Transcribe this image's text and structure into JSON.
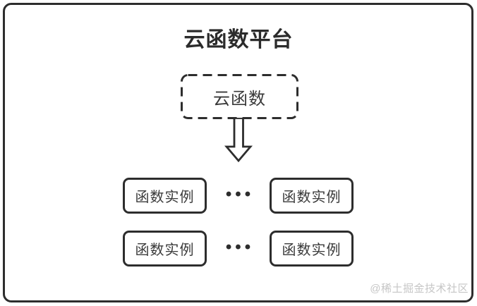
{
  "header": {
    "title": "云函数平台"
  },
  "diagram": {
    "root": {
      "label": "云函数"
    },
    "rows": [
      {
        "left": "函数实例",
        "dots": "•••",
        "right": "函数实例"
      },
      {
        "left": "函数实例",
        "dots": "•••",
        "right": "函数实例"
      }
    ]
  },
  "footer": {
    "watermark": "@稀土掘金技术社区"
  },
  "colors": {
    "line": "#2d2d2d",
    "text": "#3a3a3a",
    "title_text": "#2b2b2b",
    "watermark": "#c6c6c6",
    "background": "#ffffff"
  }
}
